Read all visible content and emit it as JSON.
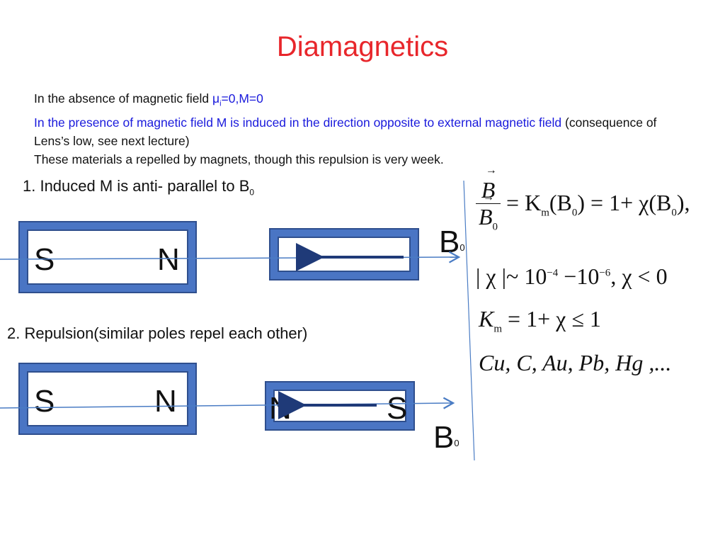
{
  "slide": {
    "title": "Diamagnetics",
    "line1_text": "In the absence of magnetic field ",
    "line1_mu": "μ",
    "line1_sub": "i",
    "line1_rest": "=0,M=0",
    "line2_blue": "In the presence of magnetic field M is induced in the direction opposite to external magnetic field",
    "line2_black": " (consequence of Lens’s low, see next lecture)",
    "line3": "These materials a repelled by magnets, though this repulsion is very week.",
    "heading1": "1. Induced  M is anti- parallel to B",
    "heading1_sub": "0",
    "heading2": "2. Repulsion(similar poles repel each other)",
    "diagram1": {
      "pole_left": "S",
      "pole_right": "N",
      "field_label": "B",
      "field_sub": "0"
    },
    "diagram2": {
      "pole_left": "S",
      "pole_right": "N",
      "small_left": "N",
      "small_right": "S",
      "field_label": "B",
      "field_sub": "0"
    },
    "equations": {
      "eq1_num": "B",
      "eq1_den": "B",
      "eq1_den_sub": "0",
      "eq1_rhs": "= K",
      "eq1_km_sub": "m",
      "eq1_rest_a": "(B",
      "eq1_rest_sub1": "0",
      "eq1_rest_b": ") = 1+ χ(B",
      "eq1_rest_sub2": "0",
      "eq1_rest_c": "),",
      "eq2_a": "| χ |~ 10",
      "eq2_exp1": "−4",
      "eq2_b": " −10",
      "eq2_exp2": "−6",
      "eq2_c": ", χ < 0",
      "eq3_a": "K",
      "eq3_sub": "m",
      "eq3_b": " = 1+ χ ≤ 1",
      "eq4": "Cu, C, Au, Pb, Hg ,..."
    }
  },
  "colors": {
    "title": "#e8262b",
    "blue_text": "#1a1adc",
    "magnet": "#4a75c4",
    "line": "#4a7cc4"
  }
}
